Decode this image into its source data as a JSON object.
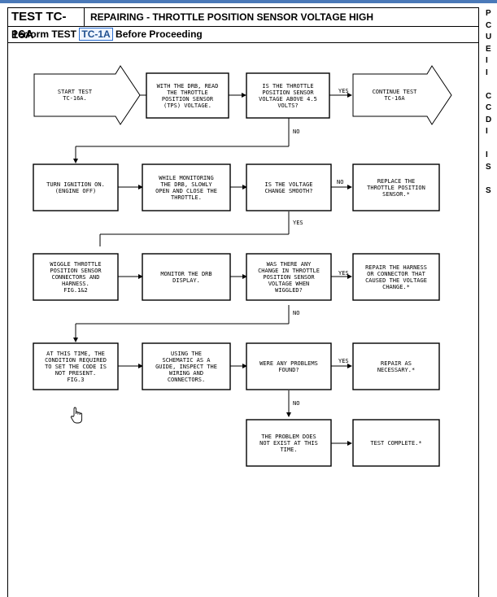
{
  "header": {
    "test_id": "TEST TC-16A",
    "title": "REPAIRING - THROTTLE POSITION SENSOR VOLTAGE HIGH",
    "perform_prefix": "Perform TEST",
    "perform_link": "TC-1A",
    "perform_suffix": "Before Proceeding"
  },
  "flowchart": {
    "start": "START TEST\nTC-16A.",
    "read_tps": "WITH THE DRB, READ\nTHE THROTTLE\nPOSITION SENSOR\n(TPS) VOLTAGE.",
    "above_45": "IS THE THROTTLE\nPOSITION SENSOR\nVOLTAGE ABOVE 4.5\nVOLTS?",
    "continue": "CONTINUE TEST\nTC-16A",
    "ignition": "TURN IGNITION ON.\n(ENGINE OFF)",
    "monitor_open": "WHILE MONITORING\nTHE DRB, SLOWLY\nOPEN AND CLOSE THE\nTHROTTLE.",
    "smooth": "IS THE VOLTAGE\nCHANGE SMOOTH?",
    "replace": "REPLACE THE\nTHROTTLE POSITION\nSENSOR.*",
    "wiggle": "WIGGLE THROTTLE\nPOSITION SENSOR\nCONNECTORS AND\nHARNESS.\nFIG.1&2",
    "monitor_display": "MONITOR THE DRB\nDISPLAY.",
    "change_wiggled": "WAS THERE ANY\nCHANGE IN THROTTLE\nPOSITION SENSOR\nVOLTAGE WHEN\nWIGGLED?",
    "repair_harness": "REPAIR THE HARNESS\nOR CONNECTOR THAT\nCAUSED THE VOLTAGE\nCHANGE.*",
    "condition": "AT THIS TIME, THE\nCONDITION REQUIRED\nTO SET THE CODE IS\nNOT PRESENT.\nFIG.3",
    "schematic": "USING THE\nSCHEMATIC AS A\nGUIDE, INSPECT THE\nWIRING AND\nCONNECTORS.",
    "problems": "WERE ANY PROBLEMS\nFOUND?",
    "repair_necessary": "REPAIR AS\nNECESSARY.*",
    "not_exist": "THE PROBLEM DOES\nNOT EXIST AT THIS\nTIME.",
    "complete": "TEST COMPLETE.*",
    "yes": "YES",
    "no": "NO"
  },
  "right_strip": [
    "P",
    "C",
    "U",
    "E",
    "I",
    "I",
    "",
    "C",
    "C",
    "D",
    "I",
    "",
    "I",
    "S",
    "",
    "S"
  ]
}
